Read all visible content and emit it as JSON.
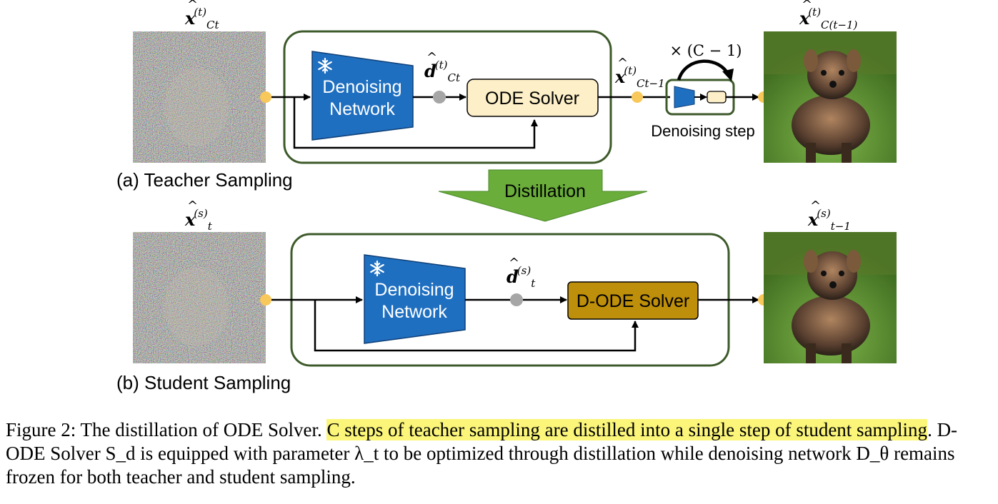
{
  "teacher": {
    "panel_label": "(a) Teacher Sampling",
    "input_label": {
      "base": "x",
      "sup": "(t)",
      "sub": "Ct"
    },
    "network_label_1": "Denoising",
    "network_label_2": "Network",
    "d_label": {
      "base": "d",
      "sup": "(t)",
      "sub": "Ct"
    },
    "solver_label": "ODE Solver",
    "intermediate_label": {
      "base": "x",
      "sup": "(t)",
      "sub": "Ct−1"
    },
    "repeat_label": "× (C − 1)",
    "step_label": "Denoising step",
    "output_label": {
      "base": "x",
      "sup": "(t)",
      "sub": "C(t−1)"
    }
  },
  "distill": {
    "label": "Distillation"
  },
  "student": {
    "panel_label": "(b) Student Sampling",
    "input_label": {
      "base": "x",
      "sup": "(s)",
      "sub": "t"
    },
    "network_label_1": "Denoising",
    "network_label_2": "Network",
    "d_label": {
      "base": "d",
      "sup": "(s)",
      "sub": "t"
    },
    "solver_label": "D-ODE Solver",
    "output_label": {
      "base": "x",
      "sup": "(s)",
      "sub": "t−1"
    }
  },
  "caption": {
    "prefix": "Figure 2: The distillation of ODE Solver. ",
    "highlight": "C steps of teacher sampling are distilled into a single step of student sampling",
    "rest": ". D-ODE Solver S_d is equipped with parameter λ_t to be optimized through distillation while denoising network D_θ remains frozen for both teacher and student sampling."
  },
  "colors": {
    "frame_green": "#3d5a2a",
    "network_blue": "#1f6fc0",
    "ode_fill": "#fdf0c8",
    "dode_fill": "#be8f0a",
    "arrow_green": "#6aad3a",
    "dot_yellow": "#f8c85a",
    "dot_gray": "#a6a6a6"
  },
  "icons": [
    "snowflake-icon",
    "noise-image",
    "dog-image"
  ]
}
